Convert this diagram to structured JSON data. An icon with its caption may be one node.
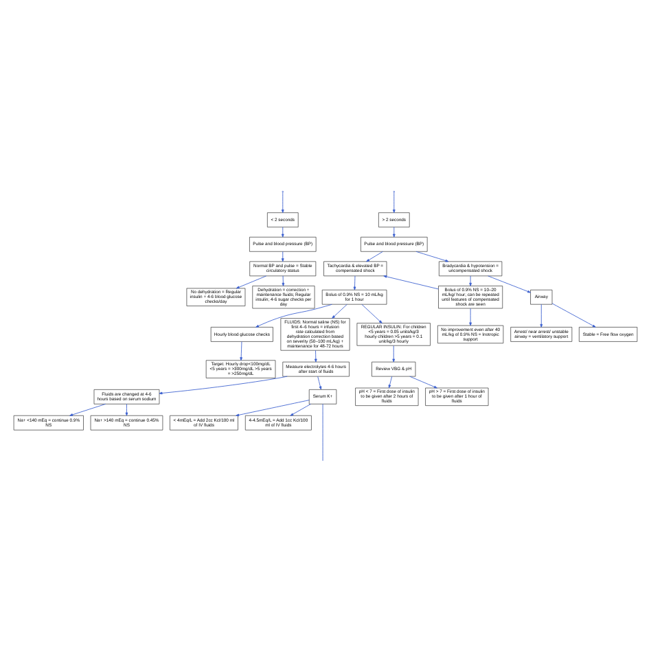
{
  "diagram": {
    "nodes": [
      {
        "text": [
          "< 2 seconds"
        ]
      },
      {
        "text": [
          "> 2 seconds"
        ]
      },
      {
        "text": [
          "Pulse and blood pressure (BP)"
        ]
      },
      {
        "text": [
          "Pulse and blood pressure (BP)"
        ]
      },
      {
        "text": [
          "Normal BP and pulse = Stable circulatory status"
        ]
      },
      {
        "text": [
          "Tachycardia & elevated BP = compensated shock"
        ]
      },
      {
        "text": [
          "Bradycardia & hypotension = uncompensated shock"
        ]
      },
      {
        "text": [
          "No dehydration = Regular insulin + 4-6 blood glucose checks/day"
        ]
      },
      {
        "text": [
          "Dehydration = correction + maintenance fluids; Regular insulin; 4-6 sugar checks per day"
        ]
      },
      {
        "text": [
          "Bolus of 0.9% NS = 10 mL/kg for 1 hour"
        ]
      },
      {
        "text": [
          "Bolus of 0.9% NS = 10–20 mL/kg/ hour; can be repeated until features of compensated shock are seen"
        ]
      },
      {
        "text": [
          "Hourly blood glucose checks"
        ]
      },
      {
        "text": [
          "Airway"
        ]
      },
      {
        "text": [
          "No improvement even after 40 mL/kg of 0.9% NS = Inotropic support"
        ]
      },
      {
        "text": [
          "FLUIDS: Normal saline (NS) for first 4–6 hours = infusion rate calculated from dehydration correction based on severity (50–100 mL/kg) + maintenance for 48-72 hours"
        ]
      },
      {
        "text": [
          "REGULAR INSULIN: For children <5 years = 0.05 units/kg/3 hourly children >5 years = 0.1 unit/kg/3 hourly"
        ]
      },
      {
        "text": [
          "Target: Hourly drop<100mg/dL <5 years = >300mg/dL >5 years = >250mg/dL"
        ]
      },
      {
        "text": [
          "Review VBG & pH"
        ]
      },
      {
        "text": [
          "Measure electrolytes 4-6 hours after start of fluids"
        ]
      },
      {
        "text": [
          "pH < 7 = First dose of insulin to be given after 2 hours of fluids"
        ]
      },
      {
        "text": [
          "pH > 7 = First dose of insulin to be given after 1 hour of fluids"
        ]
      },
      {
        "text": [
          "Fluids are changed at 4-6 hours based on serum sodium"
        ]
      },
      {
        "text": [
          "Arrest/ near arrest/ unstable airway = ventilatory support"
        ]
      },
      {
        "text": [
          "Stable = Free flow oxygen"
        ]
      },
      {
        "text": [
          "Na+ <140 mEq = continue 0.9% NS"
        ]
      },
      {
        "text": [
          "Na+ >140 mEq = continue 0.45% NS"
        ]
      },
      {
        "text": [
          "Serum K+"
        ]
      },
      {
        "text": [
          "< 4mEq/L = Add 2cc Kcl/100 ml of IV fluids"
        ]
      },
      {
        "text": [
          "4-4.5mEq/L = Add 1cc Kcl/100 ml of IV fluids"
        ]
      }
    ],
    "edges": [
      {
        "from": null,
        "to": 0,
        "arrow": "to"
      },
      {
        "from": null,
        "to": 1,
        "arrow": "to"
      },
      {
        "from": 0,
        "to": 2,
        "arrow": "to"
      },
      {
        "from": 1,
        "to": 3,
        "arrow": "to"
      },
      {
        "from": 2,
        "to": 4,
        "arrow": "to"
      },
      {
        "from": 3,
        "to": 5,
        "arrow": "to"
      },
      {
        "from": 3,
        "to": 6,
        "arrow": "to"
      },
      {
        "from": 4,
        "to": 7,
        "arrow": "to"
      },
      {
        "from": 4,
        "to": 8,
        "arrow": "to"
      },
      {
        "from": 5,
        "to": 9,
        "arrow": "to"
      },
      {
        "from": 6,
        "to": 10,
        "arrow": "to"
      },
      {
        "from": 10,
        "to": 5,
        "arrow": "to"
      },
      {
        "from": 6,
        "to": 12,
        "arrow": "to"
      },
      {
        "from": 9,
        "to": 14,
        "arrow": "to"
      },
      {
        "from": 9,
        "to": 15,
        "arrow": "to"
      },
      {
        "from": 9,
        "to": 11,
        "arrow": "to"
      },
      {
        "from": 10,
        "to": 13,
        "arrow": "to"
      },
      {
        "from": 11,
        "to": 16,
        "arrow": "to"
      },
      {
        "from": 15,
        "to": 17,
        "arrow": "to"
      },
      {
        "from": 17,
        "to": 19,
        "arrow": "to"
      },
      {
        "from": 17,
        "to": 20,
        "arrow": "to"
      },
      {
        "from": 12,
        "to": 22,
        "arrow": "to"
      },
      {
        "from": 12,
        "to": 23,
        "arrow": "to"
      },
      {
        "from": 14,
        "to": 18,
        "arrow": "to"
      },
      {
        "from": 18,
        "to": 21,
        "arrow": "to"
      },
      {
        "from": 18,
        "to": 26,
        "arrow": "to"
      },
      {
        "from": 21,
        "to": 24,
        "arrow": "to"
      },
      {
        "from": 21,
        "to": 25,
        "arrow": "to"
      },
      {
        "from": 26,
        "to": 27,
        "arrow": "to"
      },
      {
        "from": 26,
        "to": 28,
        "arrow": "to"
      },
      {
        "from": 26,
        "to": null,
        "arrow": "none"
      }
    ]
  }
}
